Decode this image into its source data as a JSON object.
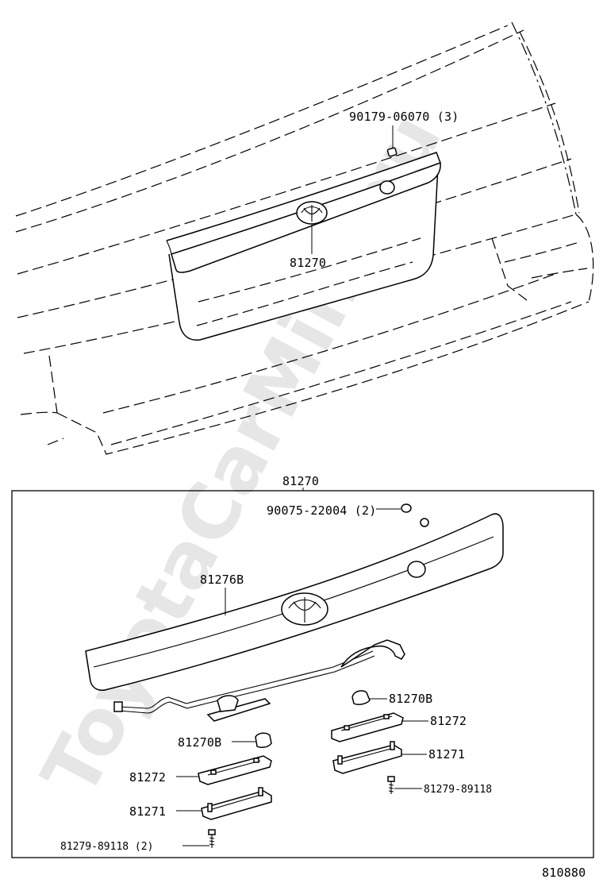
{
  "watermark": "ToyotaCarMine.ru",
  "diagram_code": "810880",
  "upper_view": {
    "nut_callout": "90179-06070 (3)",
    "garnish_callout": "81270"
  },
  "detail_box": {
    "header_callout": "81270",
    "clip_callout": "90075-22004 (2)",
    "garnish_callout": "81276B",
    "bulb_right_callout": "81270B",
    "lens_right_callout": "81272",
    "housing_right_callout": "81271",
    "screw_right_callout": "81279-89118",
    "bulb_left_callout": "81270B",
    "lens_left_callout": "81272",
    "housing_left_callout": "81271",
    "screw_left_callout": "81279-89118 (2)"
  }
}
